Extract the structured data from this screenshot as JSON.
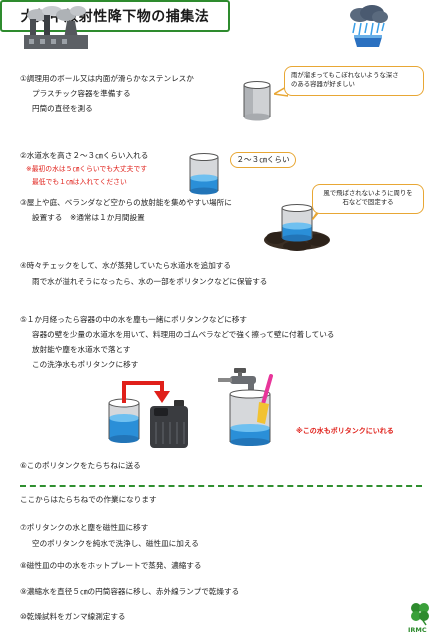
{
  "title": "大気中放射性降下物の捕集法",
  "steps": {
    "s1": {
      "line1": "①調理用のボール又は内面が滑らかなステンレスか",
      "line2": "プラスチック容器を準備する",
      "line3": "円筒の直径を測る",
      "callout1": "雨が溜まってもこぼれないような深さ",
      "callout2": "のある容器が好ましい"
    },
    "s2": {
      "line1": "②水道水を高さ２～３㎝くらい入れる",
      "note1": "※最初の水は５㎝くらいでも大丈夫です",
      "note2": "最低でも１㎝は入れてください",
      "callout": "２～３㎝くらい"
    },
    "s3": {
      "line1": "③屋上や庭、ベランダなど空からの放射能を集めやすい場所に",
      "line2": "設置する　※通常は１か月間設置",
      "callout1": "風で飛ばされないように周りを",
      "callout2": "石などで固定する"
    },
    "s4": {
      "line1": "④時々チェックをして、水が蒸発していたら水道水を追加する",
      "line2": "雨で水が溢れそうになったら、水の一部をポリタンクなどに保管する"
    },
    "s5": {
      "line1": "⑤１か月経ったら容器の中の水を塵も一緒にポリタンクなどに移す",
      "line2": "容器の壁を少量の水道水を用いて、料理用のゴムベラなどで強く擦って壁に付着している",
      "line3": "放射能や塵を水道水で落とす",
      "line4": "この洗浄水もポリタンクに移す",
      "red_note": "※この水もポリタンクにいれる"
    },
    "s6": {
      "line1": "⑥このポリタンクをたらちねに送る"
    }
  },
  "after": {
    "intro": "ここからはたらちねでの作業になります",
    "s7a": "⑦ポリタンクの水と塵を磁性皿に移す",
    "s7b": "空のポリタンクを純水で洗浄し、磁性皿に加える",
    "s8": "⑧磁性皿の中の水をホットプレートで蒸発、濃縮する",
    "s9": "⑨濃縮水を直径５㎝の円筒容器に移し、赤外線ランプで乾燥する",
    "s10": "⑩乾燥試料をガンマ線測定する"
  },
  "logo": "IRMC",
  "colors": {
    "green": "#2e8b2e",
    "red": "#e0201a",
    "orange": "#e8a735",
    "water": "#2a8fd8"
  }
}
